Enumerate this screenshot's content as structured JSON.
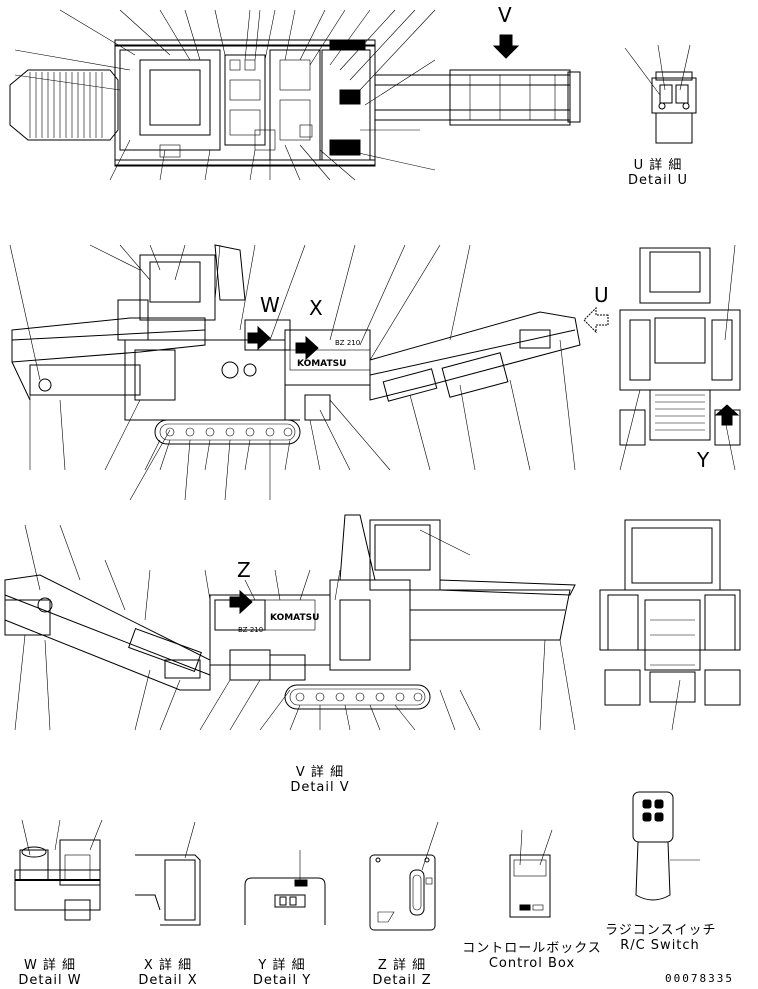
{
  "views": {
    "view_letters": {
      "u": "U",
      "v": "V",
      "w": "W",
      "x": "X",
      "y": "Y",
      "z": "Z"
    },
    "brand_text": "KOMATSU",
    "model_text": "BZ 210"
  },
  "details": {
    "u": {
      "jp": "U 詳 細",
      "en": "Detail U"
    },
    "v": {
      "jp": "V 詳 細",
      "en": "Detail V"
    },
    "w": {
      "jp": "W 詳 細",
      "en": "Detail W"
    },
    "x": {
      "jp": "X 詳 細",
      "en": "Detail X"
    },
    "y": {
      "jp": "Y 詳 細",
      "en": "Detail Y"
    },
    "z": {
      "jp": "Z 詳 細",
      "en": "Detail Z"
    },
    "control_box": {
      "jp": "コントロールボックス",
      "en": "Control Box"
    },
    "rc_switch": {
      "jp": "ラジコンスイッチ",
      "en": "R/C Switch"
    }
  },
  "drawing_number": "00078335"
}
